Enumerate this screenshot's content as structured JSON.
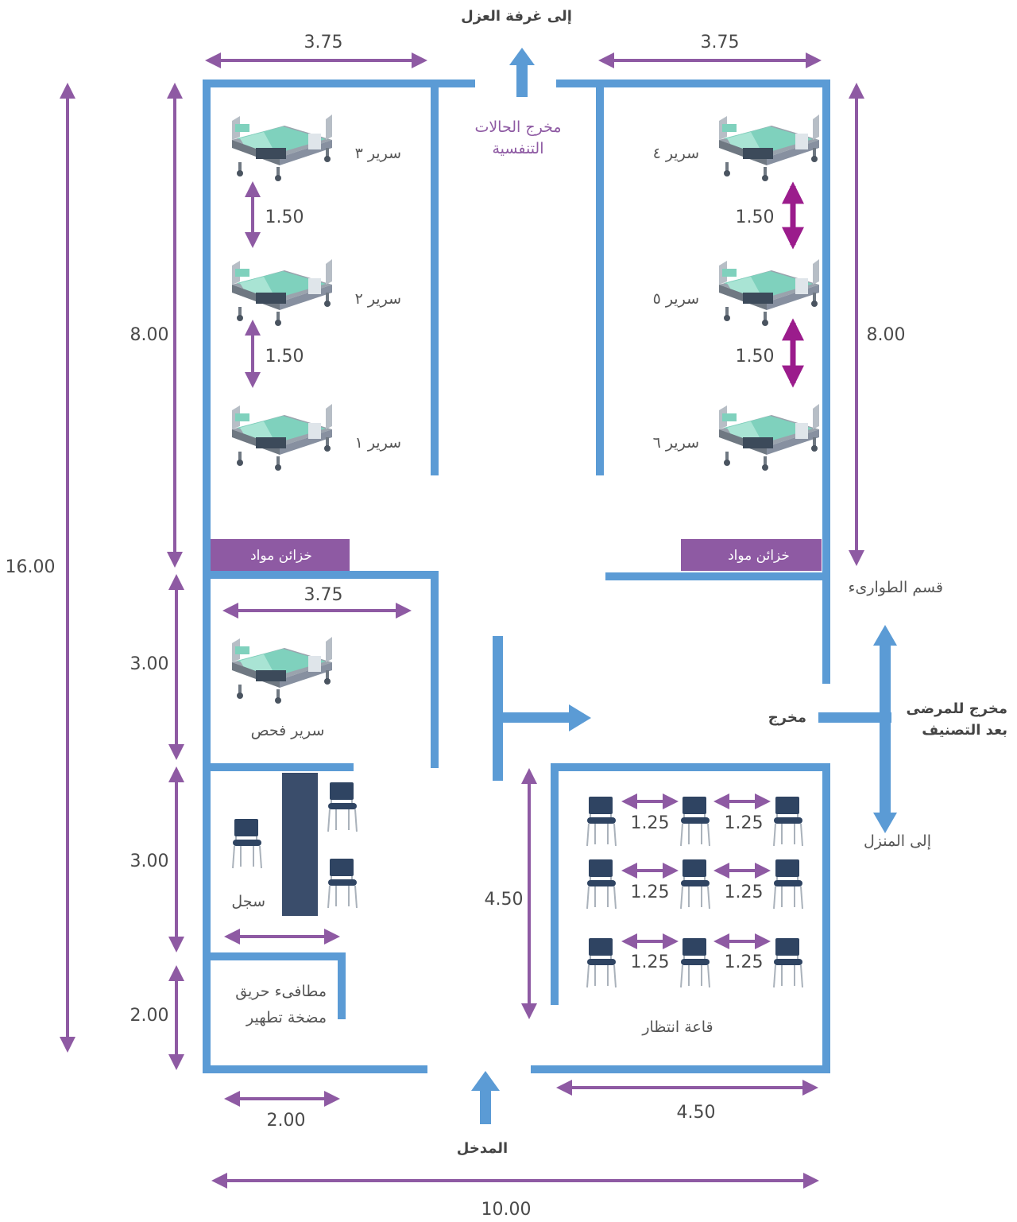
{
  "colors": {
    "wall": "#5b9bd5",
    "dimension": "#8e5aa3",
    "bed_frame": "#9aa3ad",
    "bed_mattress": "#7fd1bd",
    "chair": "#2f4462",
    "desk": "#3a4d6b"
  },
  "labels": {
    "to_isolation": "إلى غرفة العزل",
    "respiratory_exit_line1": "مخرج الحالات",
    "respiratory_exit_line2": "التنفسية",
    "bed1": "سرير ١",
    "bed2": "سرير ٢",
    "bed3": "سرير ٣",
    "bed4": "سرير ٤",
    "bed5": "سرير ٥",
    "bed6": "سرير ٦",
    "supplies_left": "خزائن مواد",
    "supplies_right": "خزائن مواد",
    "emergency_dept": "قسم الطوارىء",
    "exam_bed": "سرير فحص",
    "exit": "مخرج",
    "post_triage_exit_line1": "مخرج للمرضى",
    "post_triage_exit_line2": "بعد التصنيف",
    "to_home": "إلى المنزل",
    "registration": "سجل",
    "fire_extinguisher": "مطافىء حريق",
    "disinfection_pump": "مضخة تطهير",
    "waiting_hall": "قاعة انتظار",
    "entrance": "المدخل"
  },
  "dimensions": {
    "top_left_width": "3.75",
    "top_right_width": "3.75",
    "overall_height": "16.00",
    "left_ward_height": "8.00",
    "right_ward_height": "8.00",
    "bed_gap_left_upper": "1.50",
    "bed_gap_left_lower": "1.50",
    "bed_gap_right_upper": "1.50",
    "bed_gap_right_lower": "1.50",
    "exam_room_width": "3.75",
    "exam_room_height": "3.00",
    "registration_height": "3.00",
    "store_height": "2.00",
    "store_width": "2.00",
    "waiting_height": "4.50",
    "waiting_width": "4.50",
    "chair_gap_r1a": "1.25",
    "chair_gap_r1b": "1.25",
    "chair_gap_r2a": "1.25",
    "chair_gap_r2b": "1.25",
    "chair_gap_r3a": "1.25",
    "chair_gap_r3b": "1.25",
    "overall_width": "10.00"
  }
}
